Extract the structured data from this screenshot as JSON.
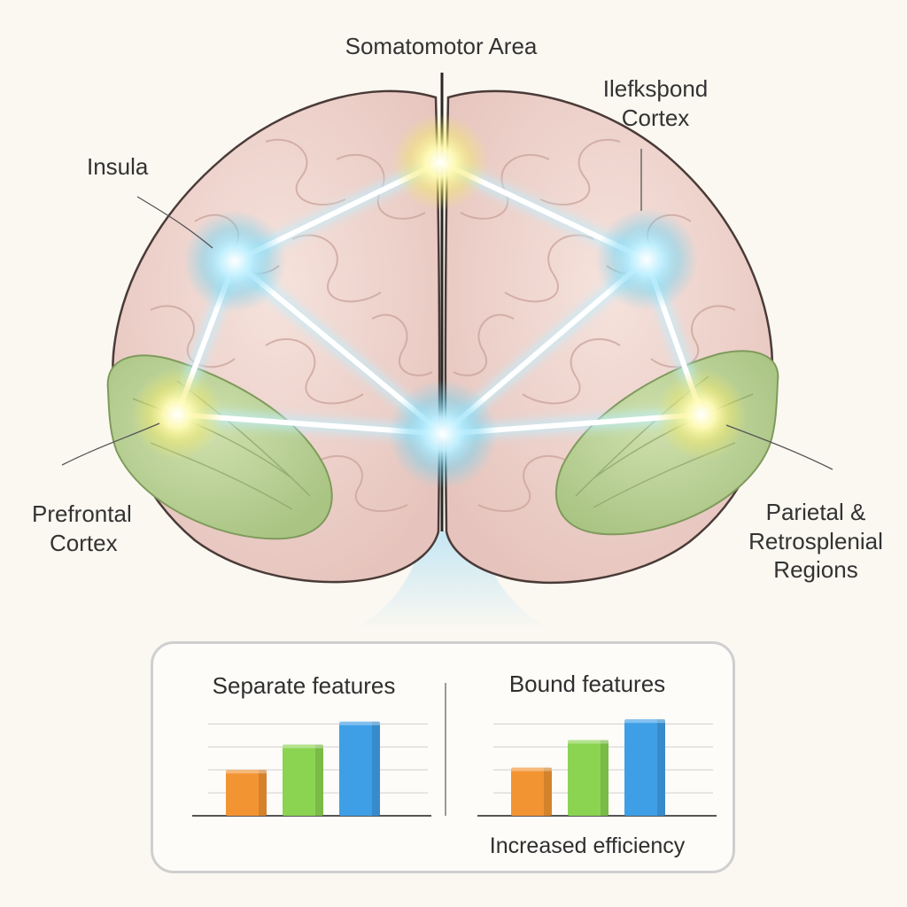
{
  "labels": {
    "somatomotor": "Somatomotor Area",
    "top_right_line1": "Ilefksþond",
    "top_right_line2": "Cortex",
    "insula": "Insula",
    "prefrontal_line1": "Prefrontal",
    "prefrontal_line2": "Cortex",
    "parietal_line1": "Parietal &",
    "parietal_line2": "Retrosplenial",
    "parietal_line3": "Regions"
  },
  "colors": {
    "brain": "#f0d6cf",
    "brain_edge": "#4a3b38",
    "temporal": "#b9cf95",
    "network_line": "#ffffff",
    "node_blue": "#7fdcf5",
    "node_yellow": "#f5ef7a",
    "bar_orange": "#f39433",
    "bar_green": "#8bd451",
    "bar_blue": "#3f9fe6"
  },
  "panel": {
    "caption": "Increased efficiency"
  },
  "chart_data": [
    {
      "type": "bar",
      "title": "Separate features",
      "categories": [
        "",
        "",
        ""
      ],
      "values": [
        2.0,
        3.1,
        4.1
      ],
      "ylim": [
        0,
        4.4
      ],
      "colors": [
        "#f39433",
        "#8bd451",
        "#3f9fe6"
      ],
      "grid": true
    },
    {
      "type": "bar",
      "title": "Bound features",
      "categories": [
        "",
        "",
        ""
      ],
      "values": [
        2.1,
        3.3,
        4.2
      ],
      "ylim": [
        0,
        4.4
      ],
      "colors": [
        "#f39433",
        "#8bd451",
        "#3f9fe6"
      ],
      "grid": true
    }
  ]
}
